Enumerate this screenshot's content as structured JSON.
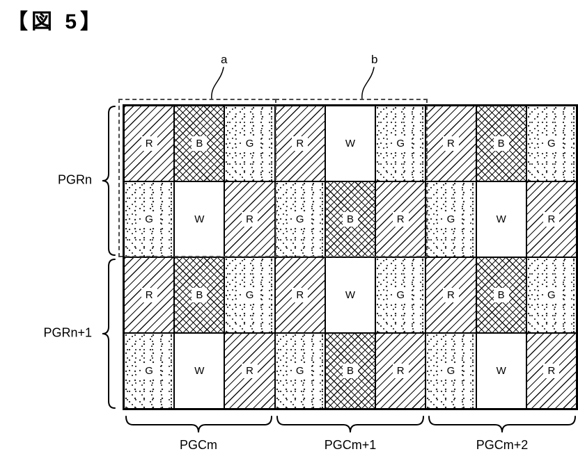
{
  "figure": {
    "title": "【図 5】"
  },
  "colors": {
    "line": "#000000",
    "background": "#ffffff",
    "dashed_outline": "#4a4a4a"
  },
  "grid": {
    "rows": [
      [
        "R",
        "B",
        "G",
        "R",
        "W",
        "G",
        "R",
        "B",
        "G"
      ],
      [
        "G",
        "W",
        "R",
        "G",
        "B",
        "R",
        "G",
        "W",
        "R"
      ],
      [
        "R",
        "B",
        "G",
        "R",
        "W",
        "G",
        "R",
        "B",
        "G"
      ],
      [
        "G",
        "W",
        "R",
        "G",
        "B",
        "R",
        "G",
        "W",
        "R"
      ]
    ],
    "patterns": {
      "R": "diagonal-hatch",
      "B": "cross-hatch",
      "G": "stipple-dots",
      "W": "plain-white"
    },
    "row_groups": [
      {
        "label": "PGRn"
      },
      {
        "label": "PGRn+1"
      }
    ],
    "col_groups": [
      {
        "label": "PGCm"
      },
      {
        "label": "PGCm+1"
      },
      {
        "label": "PGCm+2"
      }
    ],
    "annotations": [
      {
        "label": "a"
      },
      {
        "label": "b"
      }
    ]
  }
}
